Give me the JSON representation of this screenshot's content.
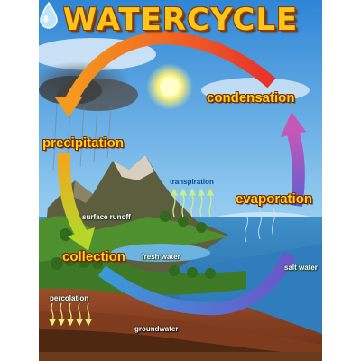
{
  "title": {
    "left": "WATER",
    "right": "CYCLE"
  },
  "stages": {
    "condensation": "condensation",
    "precipitation": "precipitation",
    "evaporation": "evaporation",
    "collection": "collection"
  },
  "annotations": {
    "transpiration": "transpiration",
    "surface_runoff": "surface runoff",
    "fresh_water": "fresh water",
    "percolation": "percolation",
    "salt_water": "salt water",
    "groundwater": "groundwater"
  },
  "colors": {
    "title_fill": "#fbc51b",
    "label_fill": "#f7d21e",
    "arrow_red": "#e8312a",
    "arrow_orange": "#f59a1f",
    "arrow_yellow": "#f4d51a",
    "arrow_purple": "#9a4fb0",
    "arrow_blue": "#3a6fd0"
  },
  "icons": [
    "water-drop-icon",
    "sun-icon",
    "arrow-icon"
  ]
}
